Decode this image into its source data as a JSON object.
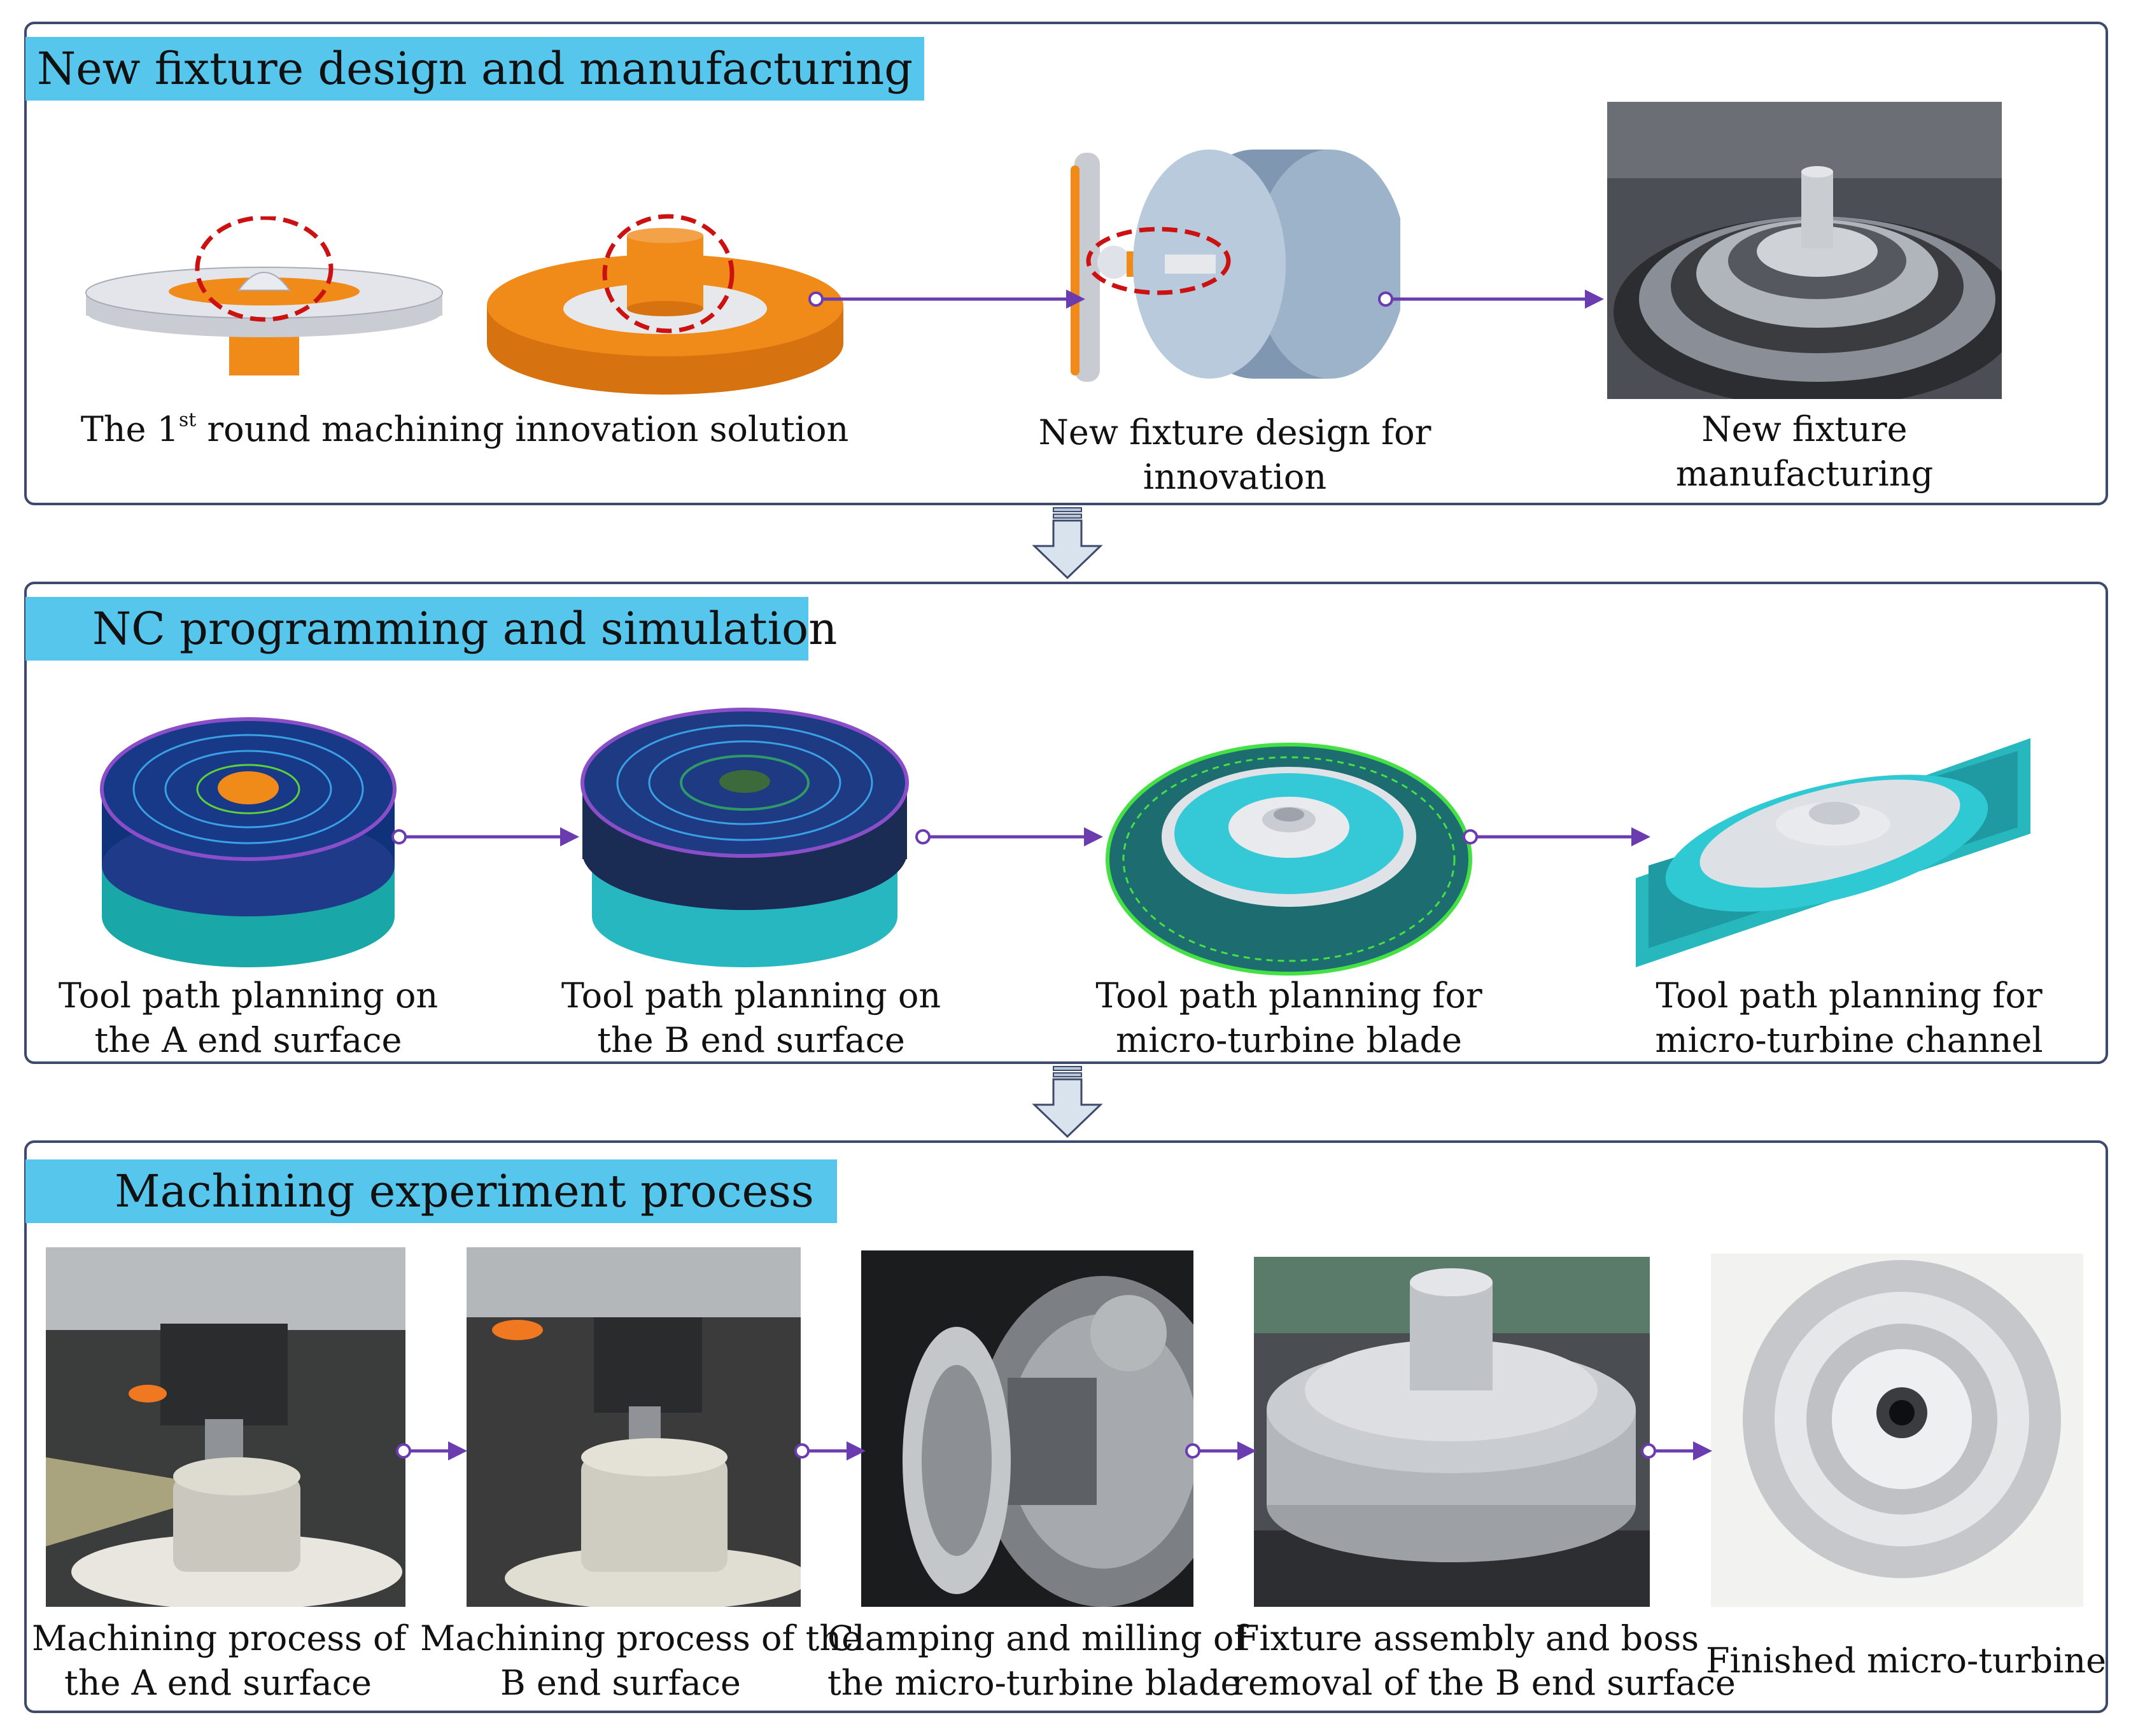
{
  "panels": [
    {
      "title": "New fixture design and manufacturing"
    },
    {
      "title": "NC programming and simulation"
    },
    {
      "title": "Machining experiment process"
    }
  ],
  "panel1": {
    "cap1_pre": "The 1",
    "cap1_sup": "st",
    "cap1_post": " round machining innovation solution",
    "cap2": [
      "New fixture design for",
      "innovation"
    ],
    "cap3": [
      "New fixture",
      "manufacturing"
    ]
  },
  "panel2": {
    "caps": [
      [
        "Tool path planning on",
        "the A end surface"
      ],
      [
        "Tool path planning on",
        "the B end surface"
      ],
      [
        "Tool path planning for",
        "micro-turbine blade"
      ],
      [
        "Tool path planning for",
        "micro-turbine channel"
      ]
    ]
  },
  "panel3": {
    "caps": [
      [
        "Machining process of",
        "the A end surface"
      ],
      [
        "Machining process of the",
        "B end surface"
      ],
      [
        "Clamping and milling of",
        "the micro-turbine blade"
      ],
      [
        "Fixture assembly and boss",
        "removal of the B end surface"
      ],
      [
        "Finished micro-turbine"
      ]
    ]
  },
  "colors": {
    "title_bg": "#57c6ec",
    "border": "#3d4a6b",
    "arrow": "#6a3cb0",
    "orange": "#f08a18"
  }
}
